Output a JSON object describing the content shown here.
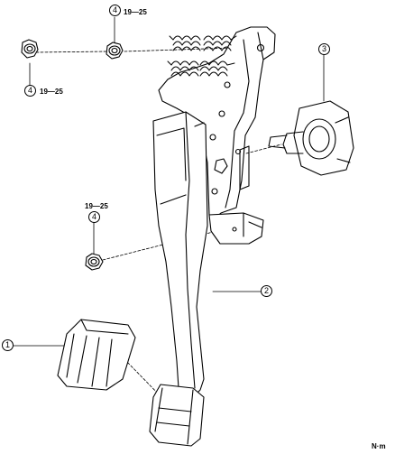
{
  "callouts": {
    "pedal_pad": "1",
    "pedal_arm": "2",
    "switch": "3",
    "nut_top": "4",
    "nut_left": "4",
    "nut_mid": "4"
  },
  "torques": {
    "top": "19—25",
    "left": "19—25",
    "mid": "19—25"
  },
  "unit": "N·m"
}
